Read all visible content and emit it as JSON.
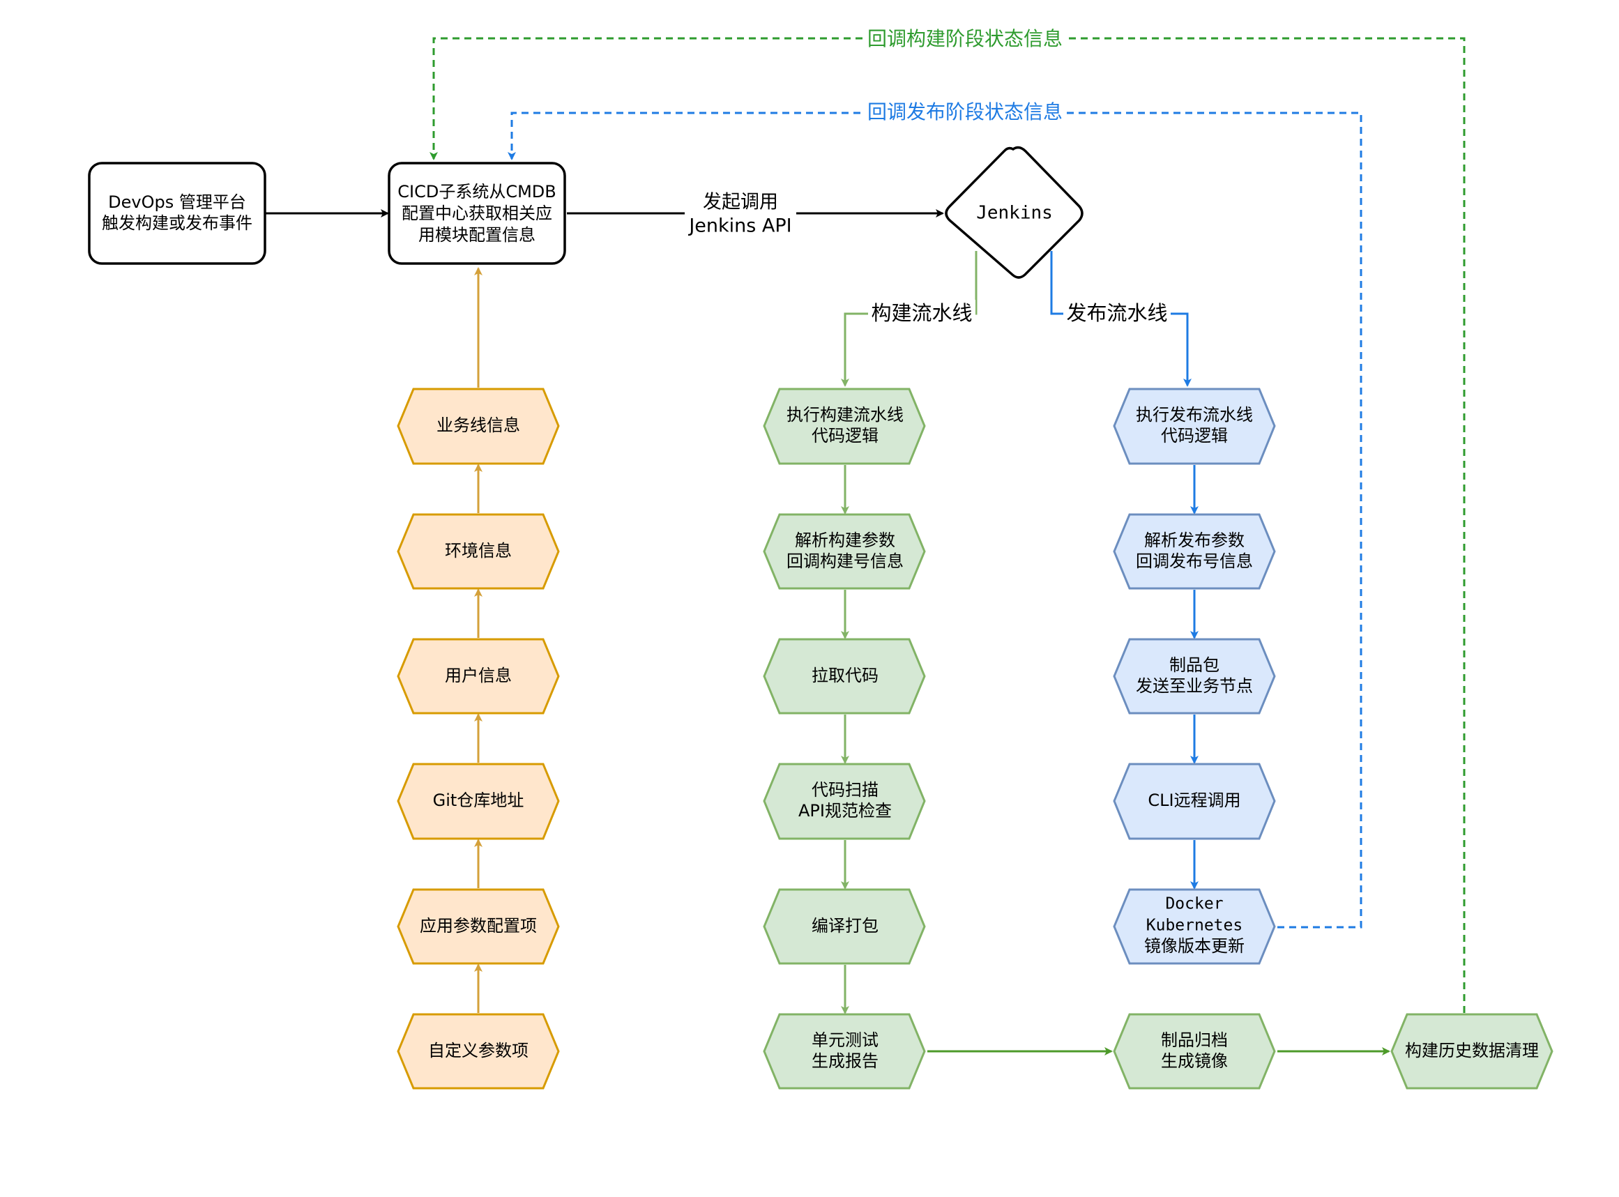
{
  "colors": {
    "black": "#000000",
    "orange_fill": "#ffe6cc",
    "orange_stroke": "#d79b00",
    "orange_arrow": "#d4a03a",
    "green_fill": "#d5e8d4",
    "green_stroke": "#82b366",
    "green_arrow": "#4d9a2a",
    "green_dashed": "#2e9b2e",
    "blue_fill": "#dae8fc",
    "blue_stroke": "#6c8ebf",
    "blue_arrow": "#1e7be3"
  },
  "nodes": {
    "devops": {
      "lines": [
        "DevOps 管理平台",
        "触发构建或发布事件"
      ]
    },
    "cicd": {
      "lines": [
        "CICD子系统从CMDB",
        "配置中心获取相关应",
        "用模块配置信息"
      ]
    },
    "jenkins": {
      "lines": [
        "Jenkins"
      ]
    },
    "config_items": [
      {
        "lines": [
          "业务线信息"
        ]
      },
      {
        "lines": [
          "环境信息"
        ]
      },
      {
        "lines": [
          "用户信息"
        ]
      },
      {
        "lines": [
          "Git仓库地址"
        ]
      },
      {
        "lines": [
          "应用参数配置项"
        ]
      },
      {
        "lines": [
          "自定义参数项"
        ]
      }
    ],
    "build_steps": [
      {
        "lines": [
          "执行构建流水线",
          "代码逻辑"
        ]
      },
      {
        "lines": [
          "解析构建参数",
          "回调构建号信息"
        ]
      },
      {
        "lines": [
          "拉取代码"
        ]
      },
      {
        "lines": [
          "代码扫描",
          "API规范检查"
        ]
      },
      {
        "lines": [
          "编译打包"
        ]
      },
      {
        "lines": [
          "单元测试",
          "生成报告"
        ]
      }
    ],
    "release_steps": [
      {
        "lines": [
          "执行发布流水线",
          "代码逻辑"
        ]
      },
      {
        "lines": [
          "解析发布参数",
          "回调发布号信息"
        ]
      },
      {
        "lines": [
          "制品包",
          "发送至业务节点"
        ]
      },
      {
        "lines": [
          "CLI远程调用"
        ]
      },
      {
        "lines": [
          "Docker",
          "Kubernetes",
          "镜像版本更新"
        ]
      }
    ],
    "archive": {
      "lines": [
        "制品归档",
        "生成镜像"
      ]
    },
    "cleanup": {
      "lines": [
        "构建历史数据清理"
      ]
    }
  },
  "edge_labels": {
    "invoke": [
      "发起调用",
      "Jenkins API"
    ],
    "build_pipeline": "构建流水线",
    "release_pipeline": "发布流水线",
    "callback_build": "回调构建阶段状态信息",
    "callback_release": "回调发布阶段状态信息"
  }
}
